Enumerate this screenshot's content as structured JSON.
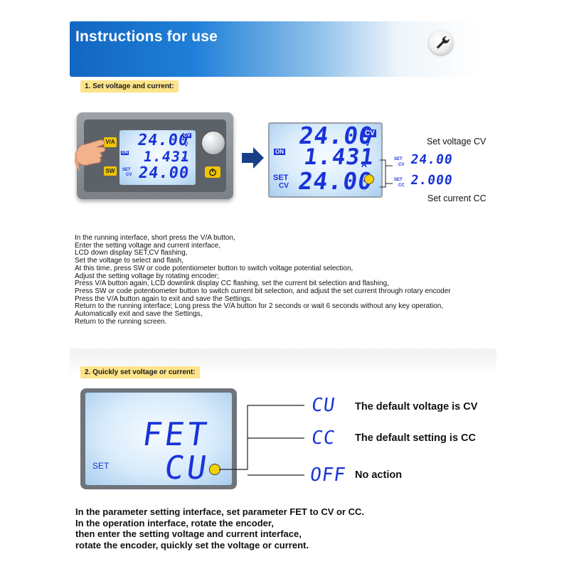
{
  "header": {
    "title": "Instructions for use",
    "icon": "wrench-icon"
  },
  "section1": {
    "tag": "1. Set voltage and current:",
    "device": {
      "key_va": "V/A",
      "key_on": "ON",
      "key_sw": "SW",
      "line1": "24.00",
      "line1_mode": "CV",
      "line1_unit": "V",
      "line2": "1.431",
      "line2_unit": "A",
      "line3_label_top": "SET",
      "line3_label_bottom": "CV",
      "line3": "24.00"
    },
    "zoom_lcd": {
      "on": "ON",
      "line1": "24.00",
      "mode": "CV",
      "unit_v": "V",
      "line2": "1.431",
      "unit_a": "A",
      "set_label": "SET",
      "cv_label": "CV",
      "line3": "24.00"
    },
    "callouts": {
      "voltage_label": "Set voltage CV",
      "voltage_set_top": "SET",
      "voltage_set_bottom": "CV",
      "voltage_value": "24.00",
      "current_set_top": "SET",
      "current_set_bottom": "CC",
      "current_value": "2.000",
      "current_label": "Set current CC"
    },
    "instructions": [
      "In the running interface, short press the V/A button,",
      "Enter the setting voltage and current interface,",
      "LCD down display SET,CV flashing,",
      "Set the voltage to select and flash,",
      "At this time, press SW or code potentiometer button to switch voltage potential selection,",
      "Adjust the setting voltage by rotating encoder;",
      "Press V/A button again, LCD downlink display CC flashing, set the current bit selection and flashing,",
      "Press SW or code potentiometer button to switch current bit selection, and adjust the set current through rotary encoder",
      "Press the V/A button again to exit and save the Settings.",
      "Return to the running interface; Long press the V/A button for 2 seconds or wait 6 seconds without any key operation,",
      "Automatically exit and save the Settings,",
      "Return to the running screen."
    ]
  },
  "section2": {
    "tag": "2. Quickly set voltage or current:",
    "lcd": {
      "line1": "FET",
      "set_label": "SET",
      "line2": "CU"
    },
    "options": [
      {
        "code": "CU",
        "text": "The default voltage is CV"
      },
      {
        "code": "CC",
        "text": "The default setting is CC"
      },
      {
        "code": "OFF",
        "text": "No action"
      }
    ],
    "instructions": [
      "In the parameter setting interface, set parameter FET to CV or CC.",
      "In the operation interface, rotate the encoder,",
      "then enter the setting voltage and current interface,",
      "rotate the encoder, quickly set the voltage or current."
    ]
  },
  "colors": {
    "banner": "#1266c2",
    "lcd_digit": "#1933d8",
    "tag_bg": "#fde38a",
    "accent_yellow": "#f3c400",
    "arrow": "#1a3f88"
  }
}
